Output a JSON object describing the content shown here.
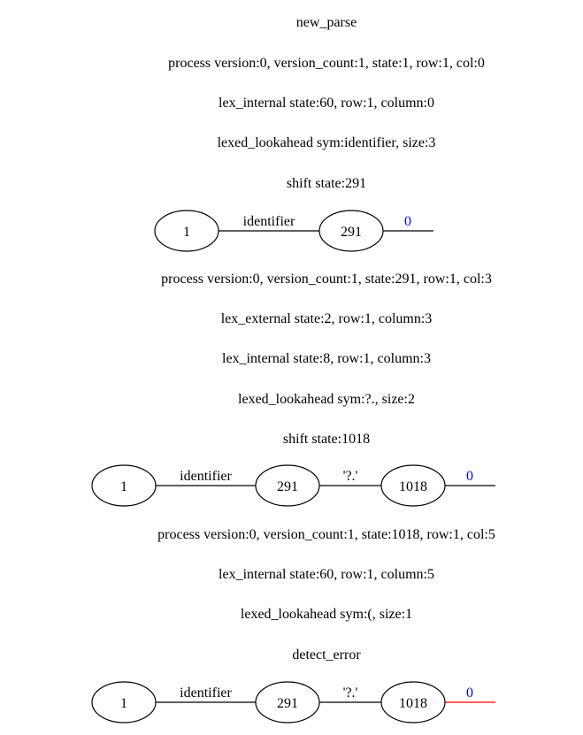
{
  "log": [
    "new_parse",
    "process version:0, version_count:1, state:1, row:1, col:0",
    "lex_internal state:60, row:1, column:0",
    "lexed_lookahead sym:identifier, size:3",
    "shift state:291",
    "process version:0, version_count:1, state:291, row:1, col:3",
    "lex_external state:2, row:1, column:3",
    "lex_internal state:8, row:1, column:3",
    "lexed_lookahead sym:?., size:2",
    "shift state:1018",
    "process version:0, version_count:1, state:1018, row:1, col:5",
    "lex_internal state:60, row:1, column:5",
    "lexed_lookahead sym:(, size:1",
    "detect_error"
  ],
  "stacks": [
    {
      "nodes": [
        "1",
        "291"
      ],
      "edges": [
        "identifier"
      ],
      "version": "0",
      "version_color": "#0000ee",
      "head_color": "#000000"
    },
    {
      "nodes": [
        "1",
        "291",
        "1018"
      ],
      "edges": [
        "identifier",
        "'?.'"
      ],
      "version": "0",
      "version_color": "#0000ee",
      "head_color": "#000000"
    },
    {
      "nodes": [
        "1",
        "291",
        "1018"
      ],
      "edges": [
        "identifier",
        "'?.'"
      ],
      "version": "0",
      "version_color": "#0000ee",
      "head_color": "#ff0000"
    }
  ]
}
